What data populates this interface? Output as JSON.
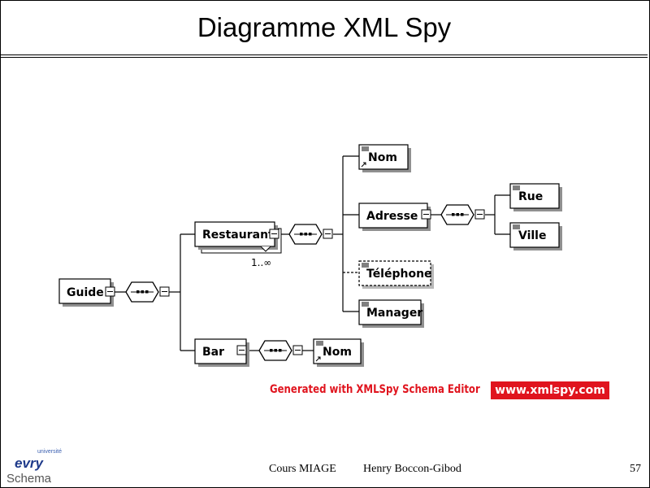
{
  "slide": {
    "title": "Diagramme XML Spy",
    "footer_course": "Cours MIAGE",
    "footer_author": "Henry Boccon-Gibod",
    "page_number": "57"
  },
  "diagram": {
    "elements": {
      "guide": "Guide",
      "restaurant": "Restaurant",
      "restaurant_cardinality": "1..∞",
      "bar": "Bar",
      "nom": "Nom",
      "adresse": "Adresse",
      "telephone": "Téléphone",
      "manager": "Manager",
      "rue": "Rue",
      "ville": "Ville",
      "bar_nom": "Nom"
    },
    "optional_elements": [
      "Téléphone"
    ],
    "repeating_elements": [
      "Restaurant"
    ]
  },
  "banner": {
    "text": "Generated with XMLSpy Schema Editor",
    "url": "www.xmlspy.com",
    "color": "#e0141e"
  },
  "logo": {
    "top_text": "université",
    "word": "evry",
    "caption": "Schema"
  }
}
